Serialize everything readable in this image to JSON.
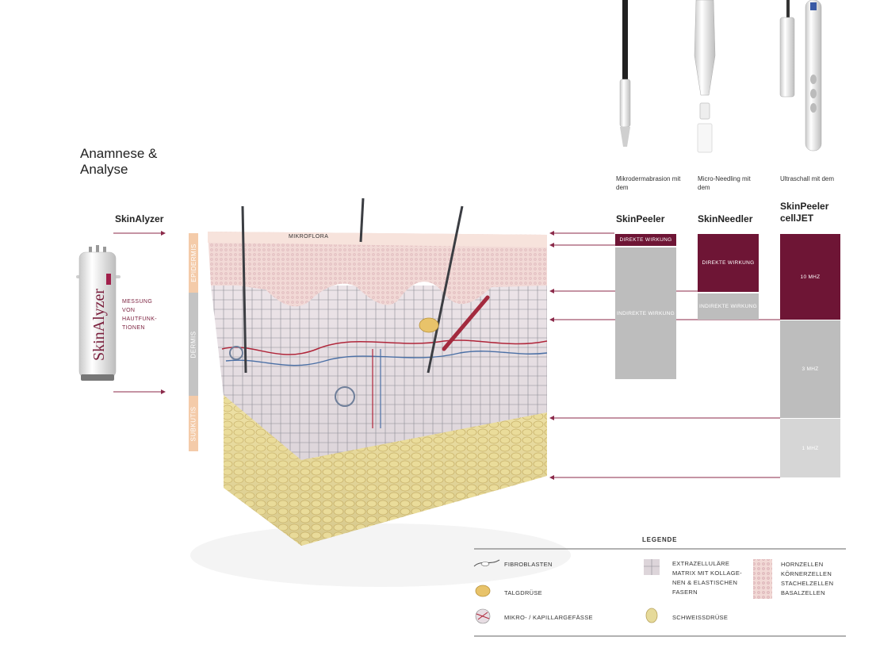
{
  "title": "Anamnese & Analyse",
  "colors": {
    "maroon": "#6e1535",
    "grey": "#bdbdbd",
    "lightgrey": "#d6d6d6",
    "peach": "#f5c9a4",
    "arrow": "#8b2a4a"
  },
  "skinalyzer": {
    "name": "SkinAlyzer",
    "text": "MESSUNG VON HAUTFUNK-TIONEN"
  },
  "layers": {
    "epidermis": "EPIDERMIS",
    "dermis": "DERMIS",
    "subkutis": "SUBKUTIS",
    "mikroflora": "MIKROFLORA"
  },
  "devices": [
    {
      "intro": "Mikrodermabrasion mit dem",
      "name": "SkinPeeler"
    },
    {
      "intro": "Micro-Needling mit dem",
      "name": "SkinNeedler"
    },
    {
      "intro": "Ultraschall mit dem",
      "name": "SkinPeeler cellJET"
    }
  ],
  "bars": {
    "direkte_wirkung": "DIREKTE WIRKUNG",
    "indirekte_wirkung": "INDIREKTE WIRKUNG",
    "mhz10": "10 MHZ",
    "mhz3": "3 MHZ",
    "mhz1": "1 MHZ"
  },
  "legend": {
    "title": "LEGENDE",
    "fibroblasten": "FIBROBLASTEN",
    "talgdruese": "TALGDRÜSE",
    "kapillar": "MIKRO- / KAPILLARGEFÄSSE",
    "matrix": "EXTRAZELLULÄRE MATRIX MIT KOLLAGE-NEN & ELASTISCHEN FASERN",
    "schweiss": "SCHWEISSDRÜSE",
    "zellen": [
      "HORNZELLEN",
      "KÖRNERZELLEN",
      "STACHELZELLEN",
      "BASALZELLEN"
    ]
  }
}
